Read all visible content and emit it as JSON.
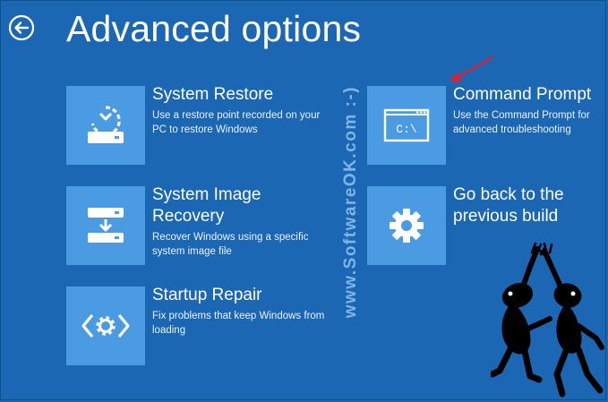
{
  "header": {
    "title": "Advanced options",
    "back_icon": "back-arrow-icon"
  },
  "options": [
    {
      "id": "system-restore",
      "title": "System Restore",
      "description": "Use a restore point recorded on your PC to restore Windows",
      "icon": "restore-icon"
    },
    {
      "id": "system-image-recovery",
      "title": "System Image\nRecovery",
      "description": "Recover Windows using a specific system image file",
      "icon": "image-recovery-icon"
    },
    {
      "id": "startup-repair",
      "title": "Startup Repair",
      "description": "Fix problems that keep Windows from loading",
      "icon": "startup-repair-icon"
    },
    {
      "id": "command-prompt",
      "title": "Command Prompt",
      "description": "Use the Command Prompt for advanced troubleshooting",
      "icon": "command-prompt-icon",
      "icon_text": "C:\\"
    },
    {
      "id": "go-back",
      "title": "Go back to the\nprevious build",
      "description": "",
      "icon": "gear-icon"
    }
  ],
  "watermark": {
    "text": "www.SoftwareOK.com :-)"
  },
  "colors": {
    "background": "#1b67b3",
    "tile": "#4b9be2",
    "text": "#ffffff",
    "annotation_arrow": "#e0212b"
  }
}
